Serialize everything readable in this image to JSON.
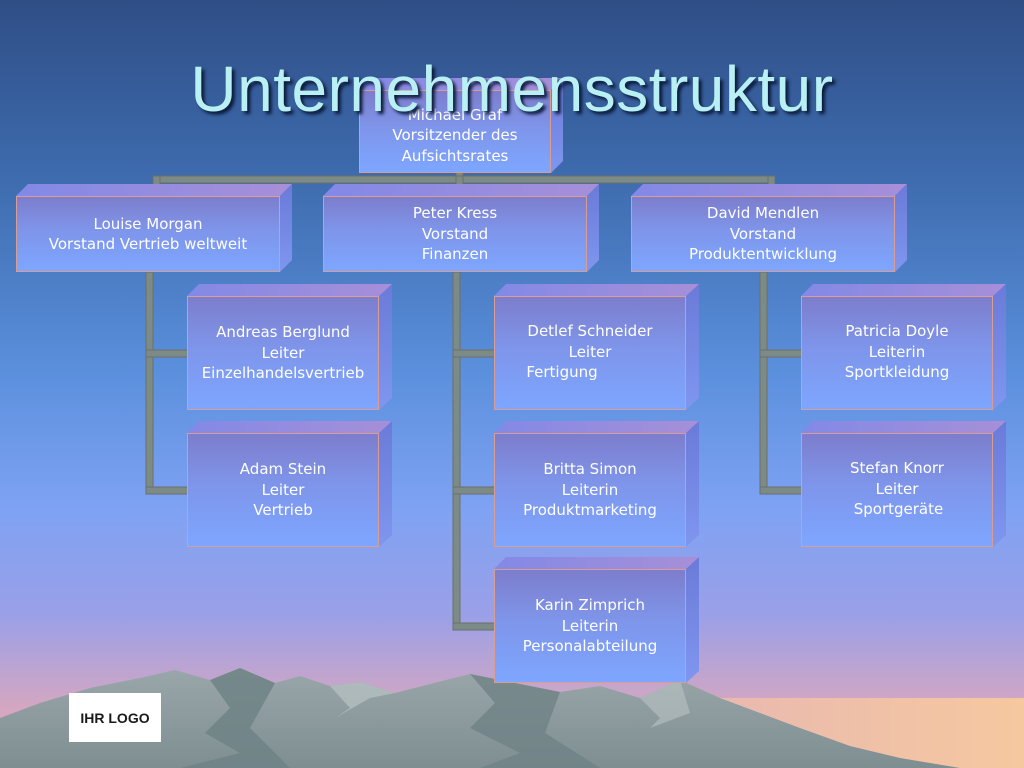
{
  "slide": {
    "title": "Unternehmensstruktur"
  },
  "logo": {
    "text": "IHR LOGO"
  },
  "org": {
    "root": {
      "name": "Michael Graf",
      "role": "Vorsitzender des",
      "dept": "Aufsichtsrates"
    },
    "vorstand": [
      {
        "name": "Louise Morgan",
        "role": "Vorstand Vertrieb weltweit"
      },
      {
        "name": "Peter Kress",
        "role": "Vorstand",
        "dept": "Finanzen"
      },
      {
        "name": "David Mendlen",
        "role": "Vorstand",
        "dept": "Produktentwicklung"
      }
    ],
    "leiter": [
      {
        "name": "Andreas Berglund",
        "role": "Leiter",
        "dept": "Einzelhandelsvertrieb"
      },
      {
        "name": "Adam Stein",
        "role": "Leiter",
        "dept": "Vertrieb"
      },
      {
        "name": "Detlef Schneider",
        "role": "Leiter",
        "dept": "Fertigung"
      },
      {
        "name": "Britta Simon",
        "role": "Leiterin",
        "dept": "Produktmarketing"
      },
      {
        "name": "Karin Zimprich",
        "role": "Leiterin",
        "dept": "Personalabteilung"
      },
      {
        "name": "Patricia Doyle",
        "role": "Leiterin",
        "dept": "Sportkleidung"
      },
      {
        "name": "Stefan Knorr",
        "role": "Leiter",
        "dept": "Sportgeräte"
      }
    ]
  },
  "colors": {
    "title": "#b9f0f4",
    "box_front": "#7e95ea",
    "box_border": "#d99d94",
    "connector": "#7c8b86"
  }
}
